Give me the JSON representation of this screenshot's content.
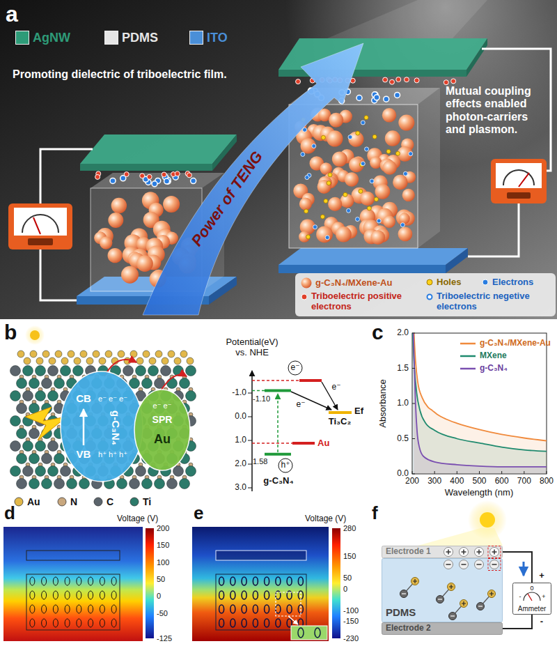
{
  "diagram": {
    "nodes": [
      {
        "text": [
          "CB",
          "e⁻ e⁻ e⁻",
          "g-C₃N₄",
          "VB",
          "h⁺ h⁺ h⁺"
        ]
      },
      {
        "text": [
          "e⁻ e⁻",
          "SPR",
          "Au"
        ]
      },
      {
        "text": [
          "Electrode 1"
        ]
      },
      {
        "text": [
          "PDMS"
        ]
      },
      {
        "text": [
          "Electrode 2"
        ]
      },
      {
        "text": [
          "Ammeter"
        ]
      }
    ],
    "edges": [
      {
        "from": 2,
        "to": 5,
        "arrow": "none"
      },
      {
        "from": 5,
        "to": 4,
        "arrow": "none"
      }
    ],
    "labels": [
      "a",
      "Promoting dielectric of triboelectric film.",
      "Power of TENG",
      "Mutual coupling effects enabled photon-carriers and plasmon.",
      "b",
      "Potential(eV) vs. NHE",
      "-1.0",
      "0.0",
      "1.0",
      "2.0",
      "3.0",
      "-1.10",
      "1.58",
      "e⁻",
      "e⁻",
      "e⁻",
      "h⁺",
      "Au",
      "Ef",
      "Ti₃C₂",
      "g-C₃N₄",
      "c",
      "2.0",
      "1.5",
      "1.0",
      "0.5",
      "0.0",
      "200",
      "300",
      "400",
      "500",
      "600",
      "700",
      "800",
      "Absorbance",
      "Wavelength (nm)",
      "d",
      "Voltage (V)",
      "200",
      "150",
      "100",
      "50",
      "0",
      "-50",
      "-125",
      "e",
      "Voltage (V)",
      "280",
      "150",
      "50",
      "0",
      "-100",
      "-150",
      "-230",
      "f",
      "-",
      "0",
      "+",
      "+",
      "-"
    ],
    "legend": [
      {
        "text": "AgNW",
        "color": "#2e9b78"
      },
      {
        "text": "PDMS",
        "color": "#e6e6e6"
      },
      {
        "text": "ITO",
        "color": "#4a8fd8"
      },
      {
        "text": "g-C₃N₄/MXene-Au"
      },
      {
        "text": "Holes"
      },
      {
        "text": "Electrons"
      },
      {
        "text": "Triboelectric positive electrons"
      },
      {
        "text": "Triboelectric negetive electrons"
      },
      {
        "text": "Au"
      },
      {
        "text": "N"
      },
      {
        "text": "C"
      },
      {
        "text": "Ti"
      },
      {
        "text": "g-C₃N₄/MXene-Au"
      },
      {
        "text": "MXene"
      },
      {
        "text": "g-C₃N₄"
      }
    ]
  }
}
